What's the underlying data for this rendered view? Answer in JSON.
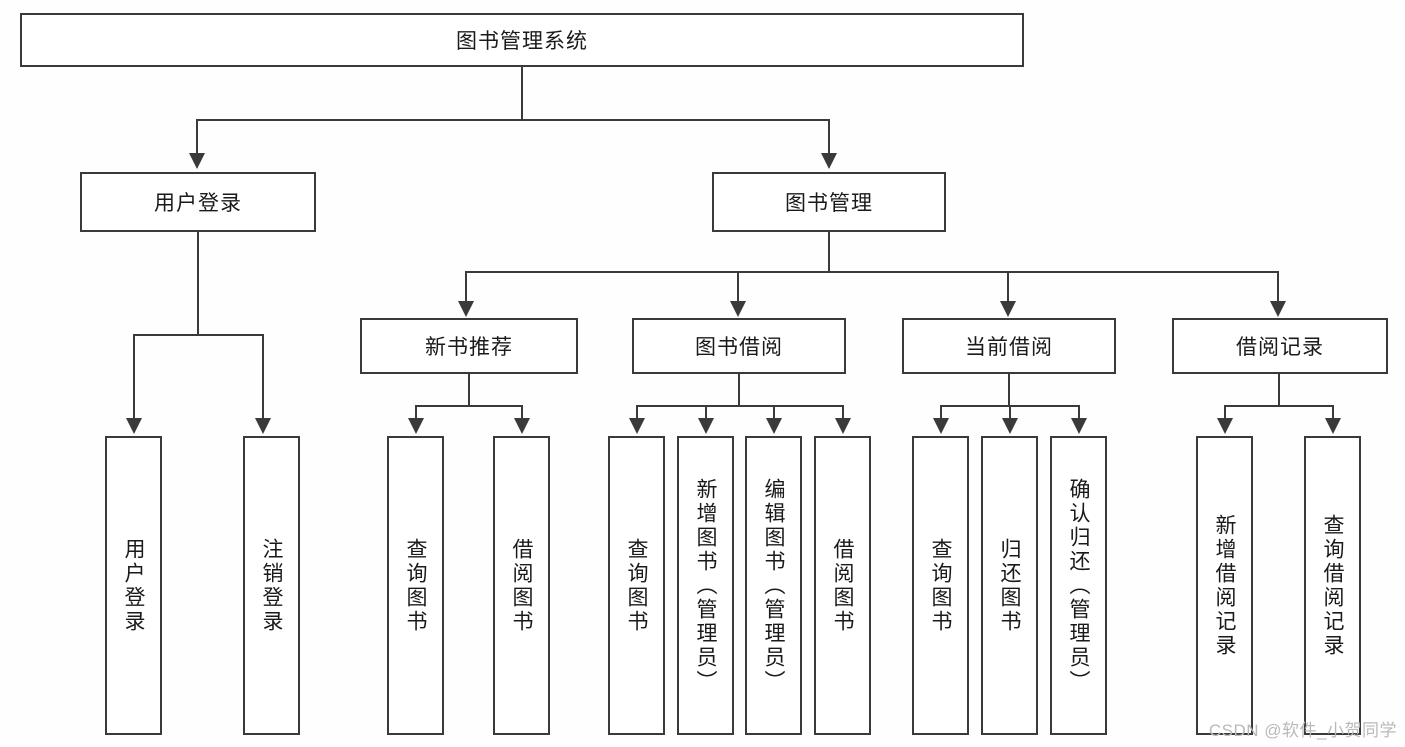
{
  "diagram": {
    "title_node": {
      "label": "图书管理系统"
    },
    "level2": [
      {
        "label": "用户登录"
      },
      {
        "label": "图书管理"
      }
    ],
    "level3": [
      {
        "label": "新书推荐"
      },
      {
        "label": "图书借阅"
      },
      {
        "label": "当前借阅"
      },
      {
        "label": "借阅记录"
      }
    ],
    "leaves": {
      "user_login": [
        {
          "label": "用户登录"
        },
        {
          "label": "注销登录"
        }
      ],
      "new_book_recommend": [
        {
          "label": "查询图书"
        },
        {
          "label": "借阅图书"
        }
      ],
      "book_borrow": [
        {
          "label": "查询图书"
        },
        {
          "label": "新增图书（管理员）"
        },
        {
          "label": "编辑图书（管理员）"
        },
        {
          "label": "借阅图书"
        }
      ],
      "current_borrow": [
        {
          "label": "查询图书"
        },
        {
          "label": "归还图书"
        },
        {
          "label": "确认归还（管理员）"
        }
      ],
      "borrow_record": [
        {
          "label": "新增借阅记录"
        },
        {
          "label": "查询借阅记录"
        }
      ]
    }
  },
  "watermark": {
    "text": "CSDN @软件_小贺同学"
  },
  "colors": {
    "border": "#3a3a3a",
    "background": "#fefefe",
    "text": "#1a1a1a",
    "watermark": "#b9b9b9"
  }
}
